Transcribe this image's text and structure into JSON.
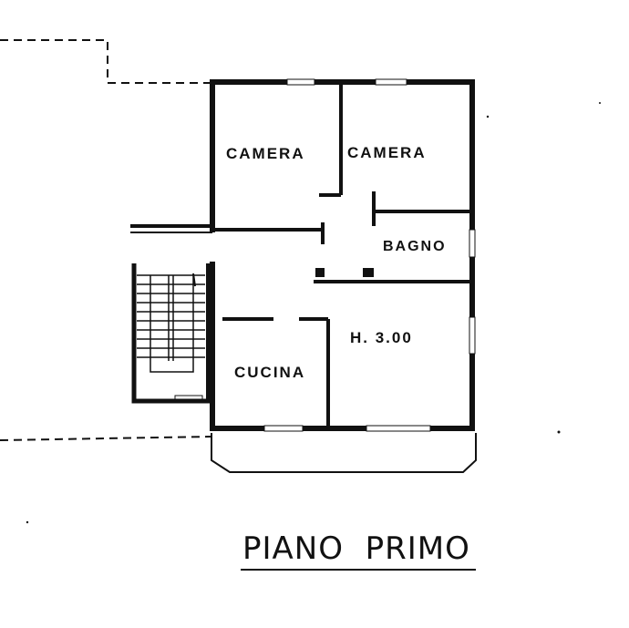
{
  "plan": {
    "title": "PIANO  PRIMO",
    "rooms": {
      "camera_1": "CAMERA",
      "camera_2": "CAMERA",
      "bagno": "BAGNO",
      "soggiorno": "H. 3.00",
      "cucina": "CUCINA"
    },
    "colors": {
      "wall": "#111111",
      "background": "#ffffff"
    }
  }
}
